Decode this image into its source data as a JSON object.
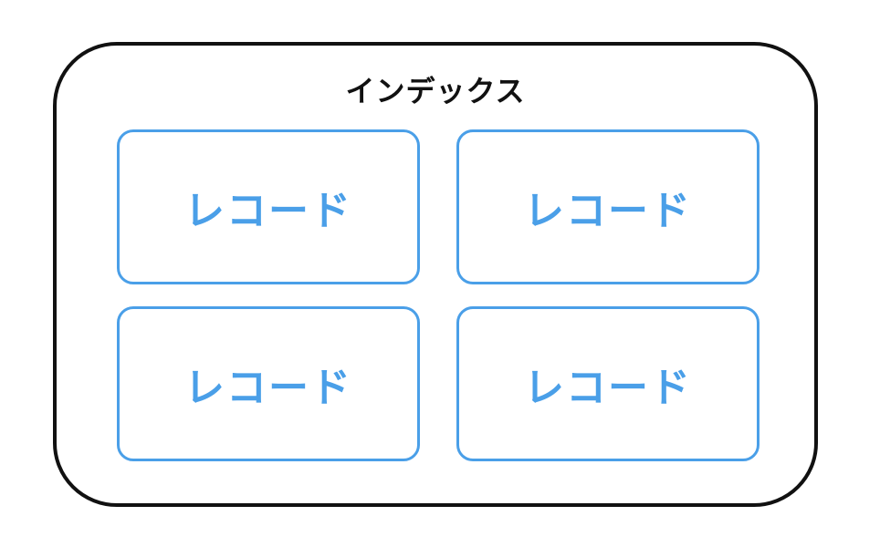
{
  "index": {
    "title": "インデックス",
    "border_color": "#111111"
  },
  "records": [
    {
      "label": "レコード"
    },
    {
      "label": "レコード"
    },
    {
      "label": "レコード"
    },
    {
      "label": "レコード"
    }
  ],
  "colors": {
    "record_accent": "#4a9fe8",
    "background": "#ffffff"
  }
}
